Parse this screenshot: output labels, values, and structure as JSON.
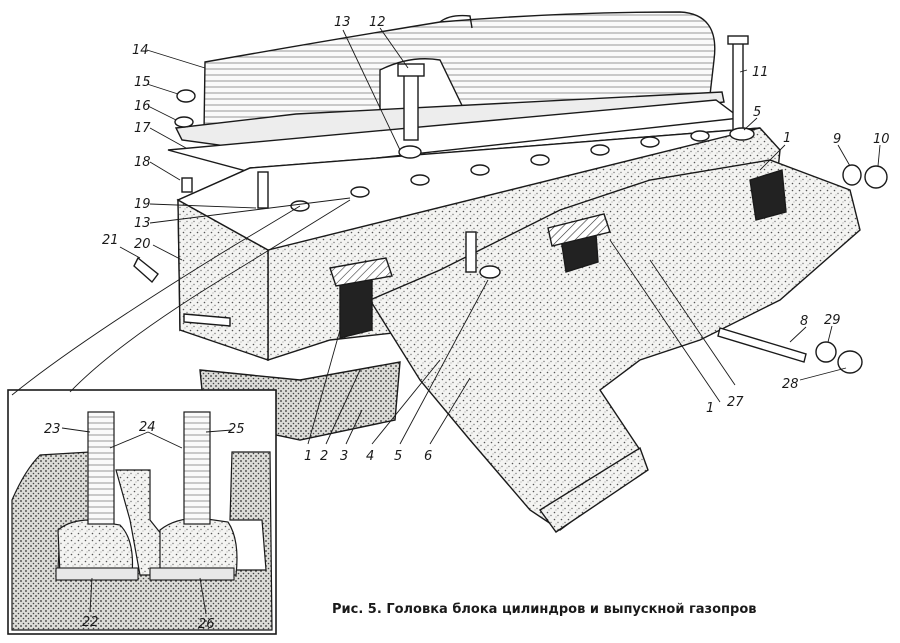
{
  "caption": "Рис. 5. Головка блока цилиндров и выпускной газопров",
  "callouts": {
    "c1a": "1",
    "c1b": "1",
    "c1c": "1",
    "c2": "2",
    "c3": "3",
    "c4": "4",
    "c5a": "5",
    "c5b": "5",
    "c6": "6",
    "c8": "8",
    "c9": "9",
    "c10": "10",
    "c11": "11",
    "c12": "12",
    "c13a": "13",
    "c13b": "13",
    "c14": "14",
    "c15": "15",
    "c16": "16",
    "c17": "17",
    "c18": "18",
    "c19": "19",
    "c20": "20",
    "c21": "21",
    "c22": "22",
    "c23": "23",
    "c24": "24",
    "c25": "25",
    "c26": "26",
    "c27": "27",
    "c28": "28",
    "c29": "29"
  }
}
